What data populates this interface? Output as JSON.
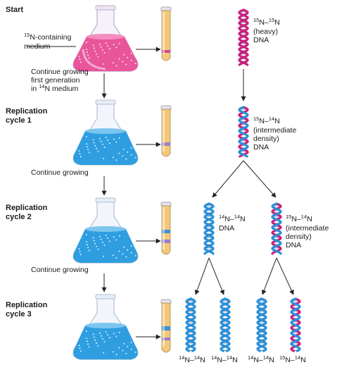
{
  "stages": {
    "start": "Start",
    "cycle1": "Replication\ncycle 1",
    "cycle2": "Replication\ncycle 2",
    "cycle3": "Replication\ncycle 3"
  },
  "medium_label": {
    "sup": "15",
    "text": "N-containing\nmedium"
  },
  "steps": {
    "first_gen": {
      "line1": "Continue growing",
      "line2": "first generation",
      "pre": "in ",
      "sup": "14",
      "post": "N medium"
    },
    "grow1": "Continue growing",
    "grow2": "Continue growing"
  },
  "dna_labels": {
    "heavy": {
      "a": "15",
      "b": "15",
      "desc": "(heavy)\nDNA"
    },
    "intermediate1": {
      "a": "15",
      "b": "14",
      "desc": "(intermediate\ndensity)\nDNA"
    },
    "light2": {
      "a": "14",
      "b": "14",
      "desc": "DNA"
    },
    "intermediate2": {
      "a": "15",
      "b": "14",
      "desc": "(intermediate\ndensity)\nDNA"
    }
  },
  "bottom_labels": [
    {
      "a": "14",
      "b": "14"
    },
    {
      "a": "14",
      "b": "14"
    },
    {
      "a": "14",
      "b": "14"
    },
    {
      "a": "15",
      "b": "14"
    }
  ],
  "colors": {
    "heavy_medium": "#e8559b",
    "light_medium": "#2f9ee0",
    "heavy_strand": "#c8207e",
    "light_strand": "#2b8fd6",
    "tube_fill": "#f3c878",
    "arrow": "#222222"
  }
}
